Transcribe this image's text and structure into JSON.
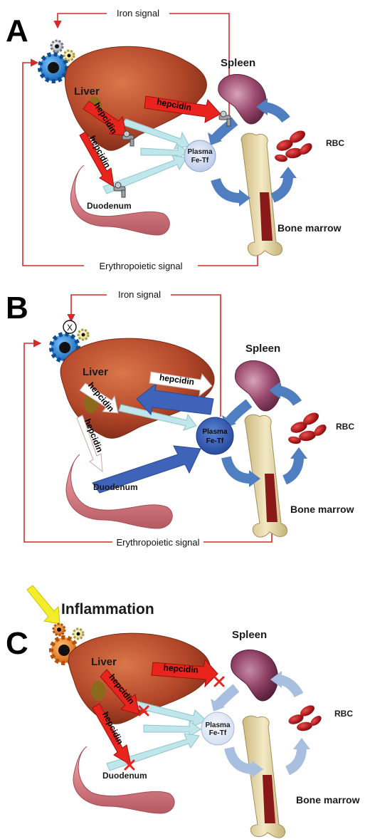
{
  "panels": [
    {
      "letter": "A",
      "iron_signal": "Iron signal",
      "erythropoietic_signal": "Erythropoietic signal",
      "liver": "Liver",
      "spleen": "Spleen",
      "rbc": "RBC",
      "duodenum": "Duodenum",
      "bone_marrow": "Bone marrow",
      "plasma_line1": "Plasma",
      "plasma_line2": "Fe-Tf",
      "hepcidin_labels": [
        "hepcidin",
        "hepcidin",
        "hepcidin"
      ],
      "gear_marker": ""
    },
    {
      "letter": "B",
      "iron_signal": "Iron signal",
      "erythropoietic_signal": "Erythropoietic signal",
      "liver": "Liver",
      "spleen": "Spleen",
      "rbc": "RBC",
      "duodenum": "Duodenum",
      "bone_marrow": "Bone marrow",
      "plasma_line1": "Plasma",
      "plasma_line2": "Fe-Tf",
      "hepcidin_labels": [
        "hepcidin",
        "hepcidin",
        "hepcidin"
      ],
      "gear_marker": "X"
    },
    {
      "letter": "C",
      "inflammation": "Inflammation",
      "liver": "Liver",
      "spleen": "Spleen",
      "rbc": "RBC",
      "duodenum": "Duodenum",
      "bone_marrow": "Bone marrow",
      "plasma_line1": "Plasma",
      "plasma_line2": "Fe-Tf",
      "hepcidin_labels": [
        "hepcidin",
        "hepcidin",
        "hepcidin"
      ]
    }
  ],
  "colors": {
    "signal_red": "#d42a2a",
    "hepcidin_red": "#e8241c",
    "flow_blue": "#4f7fc0",
    "flow_blue_light": "#a9bfe0",
    "flow_cyan": "#bfe6ea",
    "liver": "#b8512e",
    "duodenum": "#d98a8e",
    "spleen": "#8a3a5e",
    "rbc": "#b01818",
    "bone": "#e8d9a8",
    "marrow": "#8a1a1a",
    "gear_blue": "#1e88d8",
    "gear_orange": "#f08a1c",
    "inflammation_arrow": "#f4ee2a"
  }
}
